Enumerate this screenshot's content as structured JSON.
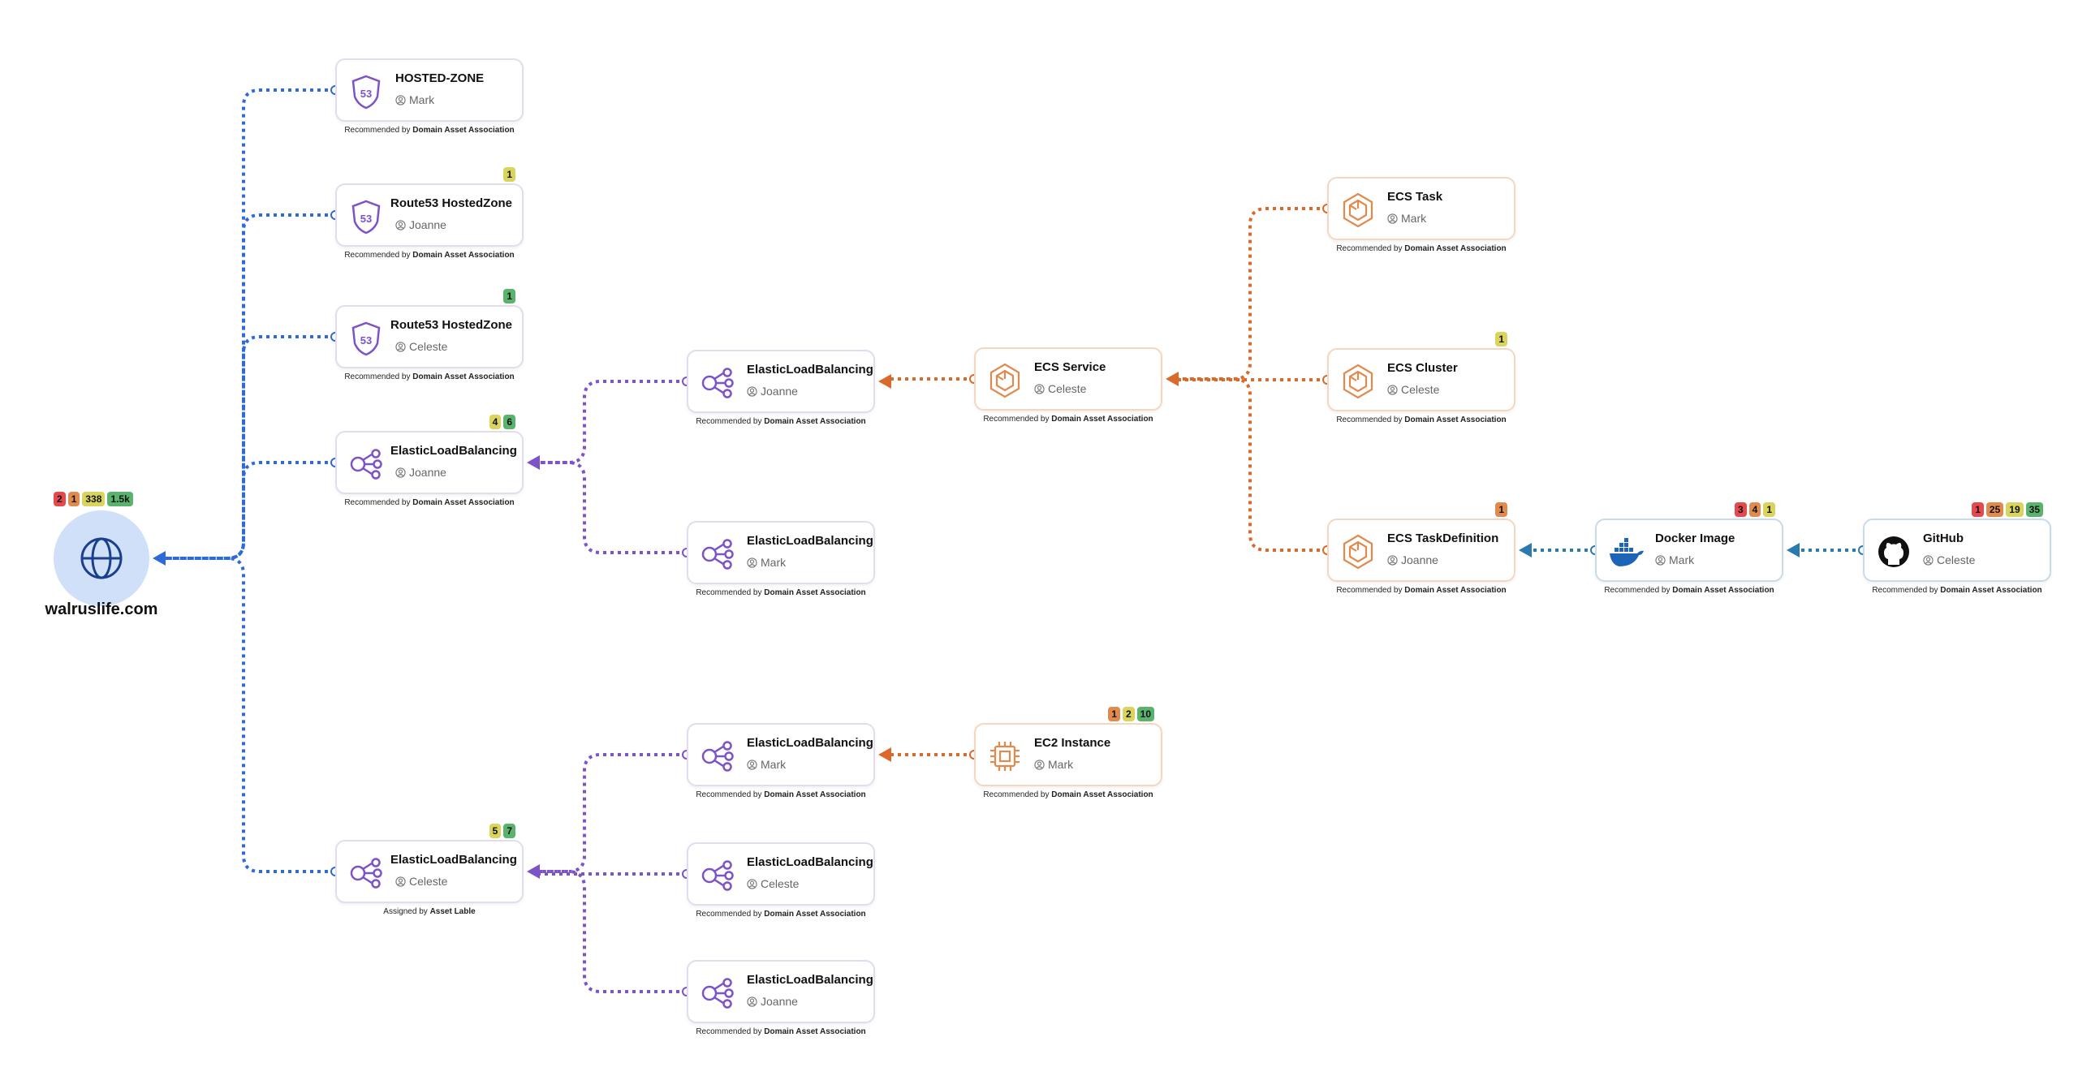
{
  "colors": {
    "blue": "#2f6bd8",
    "purple": "#7d53c8",
    "orange": "#d96a2b",
    "teal": "#2a7ab0"
  },
  "badge_colors": {
    "red": "#e5484d",
    "orange": "#e08a4e",
    "yellow": "#d9d45c",
    "green": "#59b36d"
  },
  "root": {
    "label": "walruslife.com",
    "icon": "globe-icon",
    "badges": [
      {
        "text": "2",
        "color": "red"
      },
      {
        "text": "1",
        "color": "orange"
      },
      {
        "text": "338",
        "color": "yellow"
      },
      {
        "text": "1.5k",
        "color": "green"
      }
    ]
  },
  "nodes": [
    {
      "id": "hosted-zone",
      "title": "HOSTED-ZONE",
      "owner": "Mark",
      "icon": "route53-icon",
      "style": "purple",
      "caption_prefix": "Recommended by",
      "caption_source": "Domain Asset Association",
      "badges": []
    },
    {
      "id": "route53-hz-1",
      "title": "Route53 HostedZone",
      "owner": "Joanne",
      "icon": "route53-icon",
      "style": "purple",
      "caption_prefix": "Recommended by",
      "caption_source": "Domain Asset Association",
      "badges": [
        {
          "text": "1",
          "color": "yellow"
        }
      ]
    },
    {
      "id": "route53-hz-2",
      "title": "Route53 HostedZone",
      "owner": "Celeste",
      "icon": "route53-icon",
      "style": "purple",
      "caption_prefix": "Recommended by",
      "caption_source": "Domain Asset Association",
      "badges": [
        {
          "text": "1",
          "color": "green"
        }
      ]
    },
    {
      "id": "elb-l1-top",
      "title": "ElasticLoadBalancing",
      "owner": "Joanne",
      "icon": "load-balancer-icon",
      "style": "purple",
      "caption_prefix": "Recommended by",
      "caption_source": "Domain Asset Association",
      "badges": [
        {
          "text": "4",
          "color": "yellow"
        },
        {
          "text": "6",
          "color": "green"
        }
      ]
    },
    {
      "id": "elb-l1-bottom",
      "title": "ElasticLoadBalancing",
      "owner": "Celeste",
      "icon": "load-balancer-icon",
      "style": "purple",
      "caption_prefix": "Assigned by",
      "caption_source": "Asset Lable",
      "badges": [
        {
          "text": "5",
          "color": "yellow"
        },
        {
          "text": "7",
          "color": "green"
        }
      ]
    },
    {
      "id": "elb-l2-a",
      "title": "ElasticLoadBalancing",
      "owner": "Joanne",
      "icon": "load-balancer-icon",
      "style": "purple",
      "caption_prefix": "Recommended by",
      "caption_source": "Domain Asset Association",
      "badges": []
    },
    {
      "id": "elb-l2-b",
      "title": "ElasticLoadBalancing",
      "owner": "Mark",
      "icon": "load-balancer-icon",
      "style": "purple",
      "caption_prefix": "Recommended by",
      "caption_source": "Domain Asset Association",
      "badges": []
    },
    {
      "id": "elb-l2-c",
      "title": "ElasticLoadBalancing",
      "owner": "Mark",
      "icon": "load-balancer-icon",
      "style": "purple",
      "caption_prefix": "Recommended by",
      "caption_source": "Domain Asset Association",
      "badges": []
    },
    {
      "id": "elb-l2-d",
      "title": "ElasticLoadBalancing",
      "owner": "Celeste",
      "icon": "load-balancer-icon",
      "style": "purple",
      "caption_prefix": "Recommended by",
      "caption_source": "Domain Asset Association",
      "badges": []
    },
    {
      "id": "elb-l2-e",
      "title": "ElasticLoadBalancing",
      "owner": "Joanne",
      "icon": "load-balancer-icon",
      "style": "purple",
      "caption_prefix": "Recommended by",
      "caption_source": "Domain Asset Association",
      "badges": []
    },
    {
      "id": "ecs-service",
      "title": "ECS Service",
      "owner": "Celeste",
      "icon": "ecs-icon",
      "style": "orange",
      "caption_prefix": "Recommended by",
      "caption_source": "Domain Asset Association",
      "badges": []
    },
    {
      "id": "ec2-instance",
      "title": "EC2 Instance",
      "owner": "Mark",
      "icon": "ec2-chip-icon",
      "style": "orange",
      "caption_prefix": "Recommended by",
      "caption_source": "Domain Asset Association",
      "badges": [
        {
          "text": "1",
          "color": "orange"
        },
        {
          "text": "2",
          "color": "yellow"
        },
        {
          "text": "10",
          "color": "green"
        }
      ]
    },
    {
      "id": "ecs-task",
      "title": "ECS Task",
      "owner": "Mark",
      "icon": "ecs-icon",
      "style": "orange",
      "caption_prefix": "Recommended by",
      "caption_source": "Domain Asset Association",
      "badges": []
    },
    {
      "id": "ecs-cluster",
      "title": "ECS Cluster",
      "owner": "Celeste",
      "icon": "ecs-icon",
      "style": "orange",
      "caption_prefix": "Recommended by",
      "caption_source": "Domain Asset Association",
      "badges": [
        {
          "text": "1",
          "color": "yellow"
        }
      ]
    },
    {
      "id": "ecs-taskdef",
      "title": "ECS TaskDefinition",
      "owner": "Joanne",
      "icon": "ecs-icon",
      "style": "orange",
      "caption_prefix": "Recommended by",
      "caption_source": "Domain Asset Association",
      "badges": [
        {
          "text": "1",
          "color": "orange"
        }
      ]
    },
    {
      "id": "docker-image",
      "title": "Docker Image",
      "owner": "Mark",
      "icon": "docker-icon",
      "style": "blue",
      "caption_prefix": "Recommended by",
      "caption_source": "Domain Asset Association",
      "badges": [
        {
          "text": "3",
          "color": "red"
        },
        {
          "text": "4",
          "color": "orange"
        },
        {
          "text": "1",
          "color": "yellow"
        }
      ]
    },
    {
      "id": "github",
      "title": "GitHub",
      "owner": "Celeste",
      "icon": "github-icon",
      "style": "blue",
      "caption_prefix": "Recommended by",
      "caption_source": "Domain Asset Association",
      "badges": [
        {
          "text": "1",
          "color": "red"
        },
        {
          "text": "25",
          "color": "orange"
        },
        {
          "text": "19",
          "color": "yellow"
        },
        {
          "text": "35",
          "color": "green"
        }
      ]
    }
  ],
  "edges": [
    {
      "from": "hosted-zone",
      "to": "root",
      "color": "blue"
    },
    {
      "from": "route53-hz-1",
      "to": "root",
      "color": "blue"
    },
    {
      "from": "route53-hz-2",
      "to": "root",
      "color": "blue"
    },
    {
      "from": "elb-l1-top",
      "to": "root",
      "color": "blue"
    },
    {
      "from": "elb-l1-bottom",
      "to": "root",
      "color": "blue"
    },
    {
      "from": "elb-l2-a",
      "to": "elb-l1-top",
      "color": "purple"
    },
    {
      "from": "elb-l2-b",
      "to": "elb-l1-top",
      "color": "purple"
    },
    {
      "from": "elb-l2-c",
      "to": "elb-l1-bottom",
      "color": "purple"
    },
    {
      "from": "elb-l2-d",
      "to": "elb-l1-bottom",
      "color": "purple"
    },
    {
      "from": "elb-l2-e",
      "to": "elb-l1-bottom",
      "color": "purple"
    },
    {
      "from": "ecs-service",
      "to": "elb-l2-a",
      "color": "orange"
    },
    {
      "from": "ec2-instance",
      "to": "elb-l2-c",
      "color": "orange"
    },
    {
      "from": "ecs-task",
      "to": "ecs-service",
      "color": "orange"
    },
    {
      "from": "ecs-cluster",
      "to": "ecs-service",
      "color": "orange"
    },
    {
      "from": "ecs-taskdef",
      "to": "ecs-service",
      "color": "orange"
    },
    {
      "from": "docker-image",
      "to": "ecs-taskdef",
      "color": "teal"
    },
    {
      "from": "github",
      "to": "docker-image",
      "color": "teal"
    }
  ]
}
